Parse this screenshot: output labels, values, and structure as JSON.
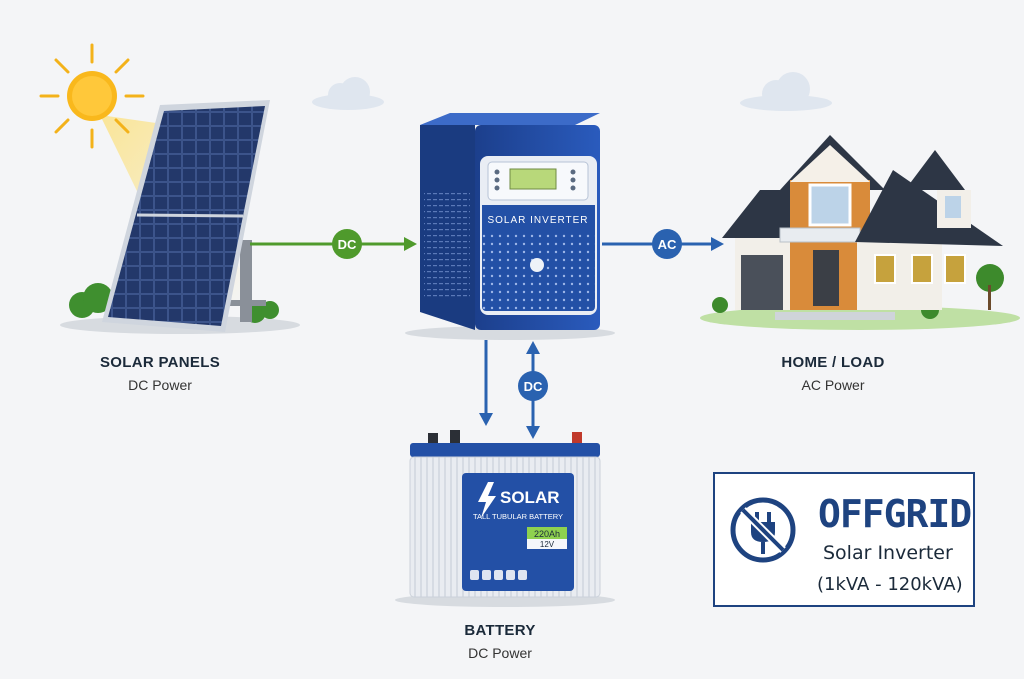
{
  "components": {
    "solar_panels": {
      "title": "SOLAR PANELS",
      "subtitle": "DC Power"
    },
    "home_load": {
      "title": "HOME / LOAD",
      "subtitle": "AC Power"
    },
    "battery": {
      "title": "BATTERY",
      "subtitle": "DC Power"
    }
  },
  "connections": {
    "panel_to_inverter": "DC",
    "inverter_to_home": "AC",
    "inverter_battery": "DC"
  },
  "inverter": {
    "label": "SOLAR INVERTER"
  },
  "battery_face": {
    "brand": "SOLAR",
    "type": "TALL TUBULAR BATTERY",
    "capacity": "220Ah",
    "voltage": "12V"
  },
  "badge": {
    "title": "OFFGRID",
    "subtitle": "Solar Inverter",
    "range": "(1kVA - 120kVA)"
  },
  "colors": {
    "dc_green": "#4f9a2c",
    "ac_blue": "#2a62b0",
    "inverter_blue": "#2350a6",
    "badge_navy": "#1e4380"
  },
  "icons": [
    "sun-icon",
    "cloud-icon",
    "no-plug-icon",
    "lightning-icon",
    "tree-icon"
  ]
}
